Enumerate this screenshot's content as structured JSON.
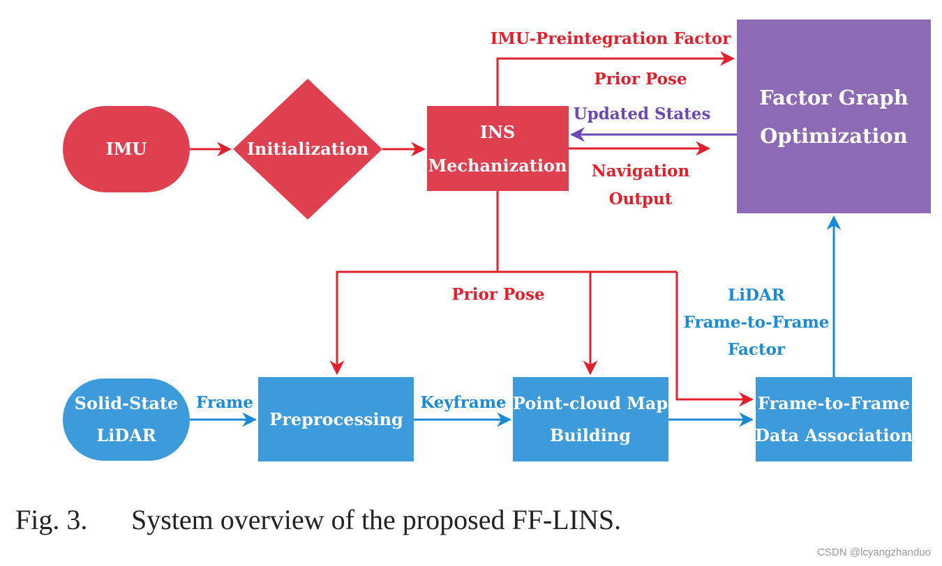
{
  "nodes": {
    "imu": "IMU",
    "initialization": "Initialization",
    "ins_line1": "INS",
    "ins_line2": "Mechanization",
    "fgo_line1": "Factor Graph",
    "fgo_line2": "Optimization",
    "lidar_line1": "Solid-State",
    "lidar_line2": "LiDAR",
    "preprocessing": "Preprocessing",
    "map_line1": "Point-cloud Map",
    "map_line2": "Building",
    "assoc_line1": "Frame-to-Frame",
    "assoc_line2": "Data Association"
  },
  "edges": {
    "imu_preintegration": "IMU-Preintegration Factor",
    "prior_pose_top": "Prior Pose",
    "updated_states": "Updated States",
    "navigation_line1": "Navigation",
    "navigation_line2": "Output",
    "prior_pose_mid": "Prior Pose",
    "lidar_factor_line1": "LiDAR",
    "lidar_factor_line2": "Frame-to-Frame",
    "lidar_factor_line3": "Factor",
    "frame": "Frame",
    "keyframe": "Keyframe"
  },
  "caption": {
    "number": "Fig. 3.",
    "text": "System overview of the proposed FF-LINS."
  },
  "watermark": "CSDN @lcyangzhanduo",
  "colors": {
    "red_node": "#df3f4e",
    "red_line": "#e0202c",
    "purple_node": "#8c6ab4",
    "purple_line": "#6b48b4",
    "blue_node": "#3d9bdc",
    "blue_line": "#1a8ad6"
  }
}
